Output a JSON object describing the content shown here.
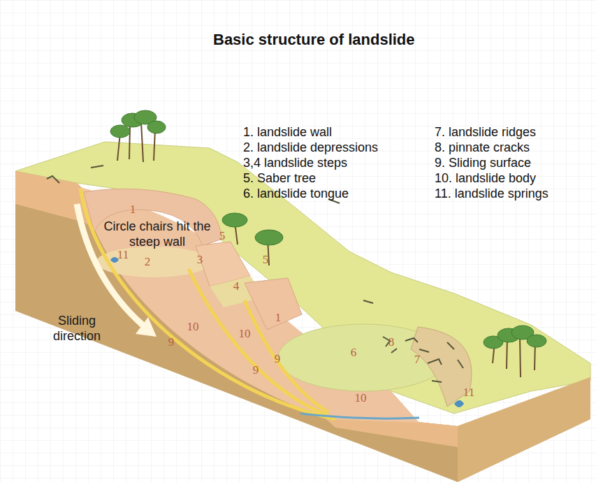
{
  "diagram": {
    "title": "Basic structure of landslide",
    "labels": [
      "1. landslide wall",
      "2. landslide depressions",
      "3,4 landslide steps",
      "5. Saber tree",
      "6. landslide tongue",
      "7. landslide ridges",
      "8. pinnate cracks",
      "9. Sliding surface",
      "10. landslide body",
      "11. landslide springs",
      "Circle chairs hit the steep wall",
      "Sliding direction",
      "1",
      "5",
      "11",
      "2",
      "3",
      "5",
      "4",
      "1",
      "10",
      "10",
      "9",
      "9",
      "9",
      "6",
      "8",
      "7",
      "10",
      "11"
    ]
  }
}
